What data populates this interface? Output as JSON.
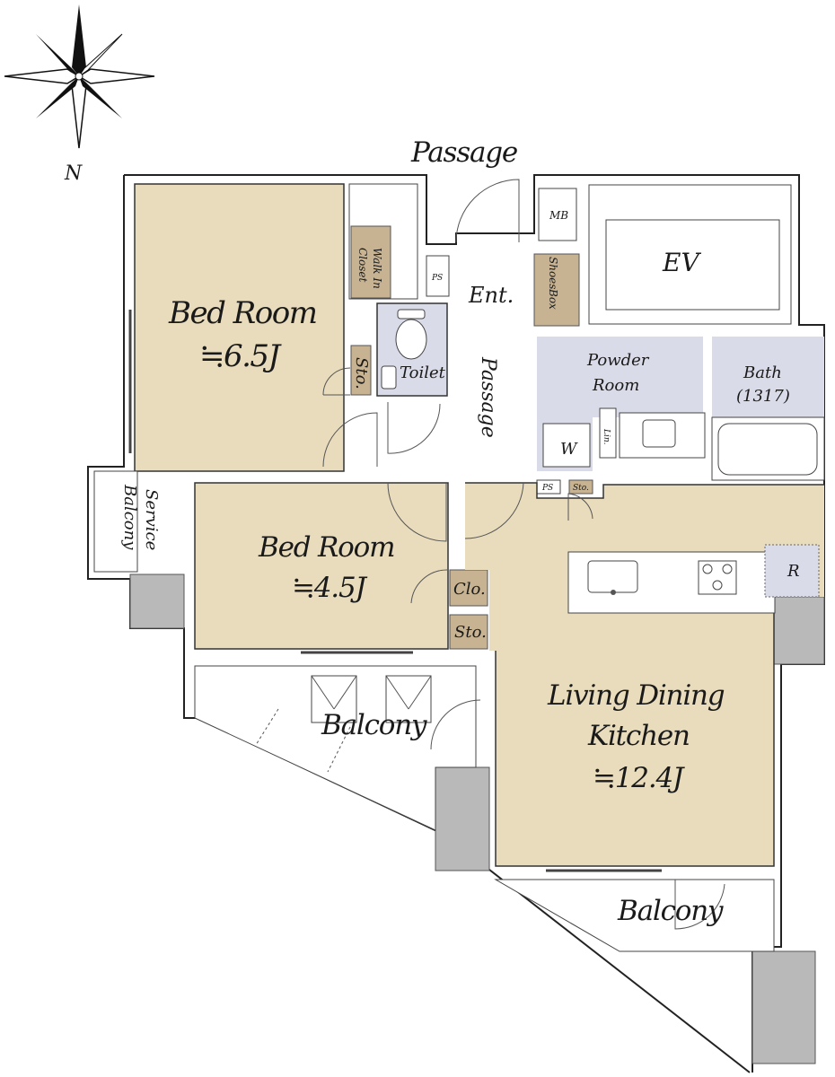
{
  "compass": {
    "north_label": "N"
  },
  "labels": {
    "passage_top": "Passage",
    "passage_inner": "Passage",
    "bed_room_1": "Bed Room",
    "bed_room_1_size": "≒6.5J",
    "bed_room_2": "Bed Room",
    "bed_room_2_size": "≒4.5J",
    "walk_in_closet_1": "Walk In",
    "walk_in_closet_2": "Closet",
    "ps_1": "PS",
    "ps_2": "PS",
    "sto_1": "Sto.",
    "sto_2": "Sto.",
    "sto_3": "Sto.",
    "clo": "Clo.",
    "toilet": "Toilet",
    "entrance": "Ent.",
    "shoes_box_1": "Shoes",
    "shoes_box_2": "Box",
    "mb": "MB",
    "ev": "EV",
    "powder_room_1": "Powder",
    "powder_room_2": "Room",
    "bath_1": "Bath",
    "bath_2": "(1317)",
    "washer": "W",
    "linen": "Lin.",
    "refrigerator": "R",
    "service_balcony_1": "Service",
    "service_balcony_2": "Balcony",
    "ldk_1": "Living Dining",
    "ldk_2": "Kitchen",
    "ldk_size": "≒12.4J",
    "balcony_upper": "Balcony",
    "balcony_lower": "Balcony"
  },
  "colors": {
    "floor_wood": "#e9dcbc",
    "floor_tile": "#dadbe9",
    "storage": "#c7b392",
    "structure": "#b9b9b9"
  }
}
